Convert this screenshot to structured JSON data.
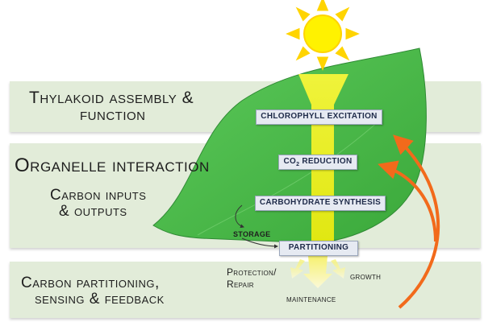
{
  "bands": {
    "thylakoid_line1": "Thylakoid assembly &",
    "thylakoid_line2": "function",
    "organelle": "Organelle interaction",
    "carbon_io_line1": "Carbon inputs",
    "carbon_io_line2": "& outputs",
    "partitioning_line1": "Carbon partitioning,",
    "partitioning_line2": "sensing & feedback"
  },
  "process_boxes": {
    "chlorophyll": "CHLOROPHYLL EXCITATION",
    "co2_prefix": "CO",
    "co2_sub": "2",
    "co2_suffix": " REDUCTION",
    "carbohydrate": "CARBOHYDRATE SYNTHESIS",
    "partitioning": "PARTITIONING"
  },
  "outputs": {
    "storage": "STORAGE",
    "protection": "Protection/",
    "repair": "Repair",
    "growth": "growth",
    "maintenance": "maintenance"
  },
  "colors": {
    "band_bg": "#e2ecd9",
    "leaf": "#4db84a",
    "sun": "#fff200",
    "beam": "#f2f21c",
    "arrow": "#f26a1b"
  }
}
